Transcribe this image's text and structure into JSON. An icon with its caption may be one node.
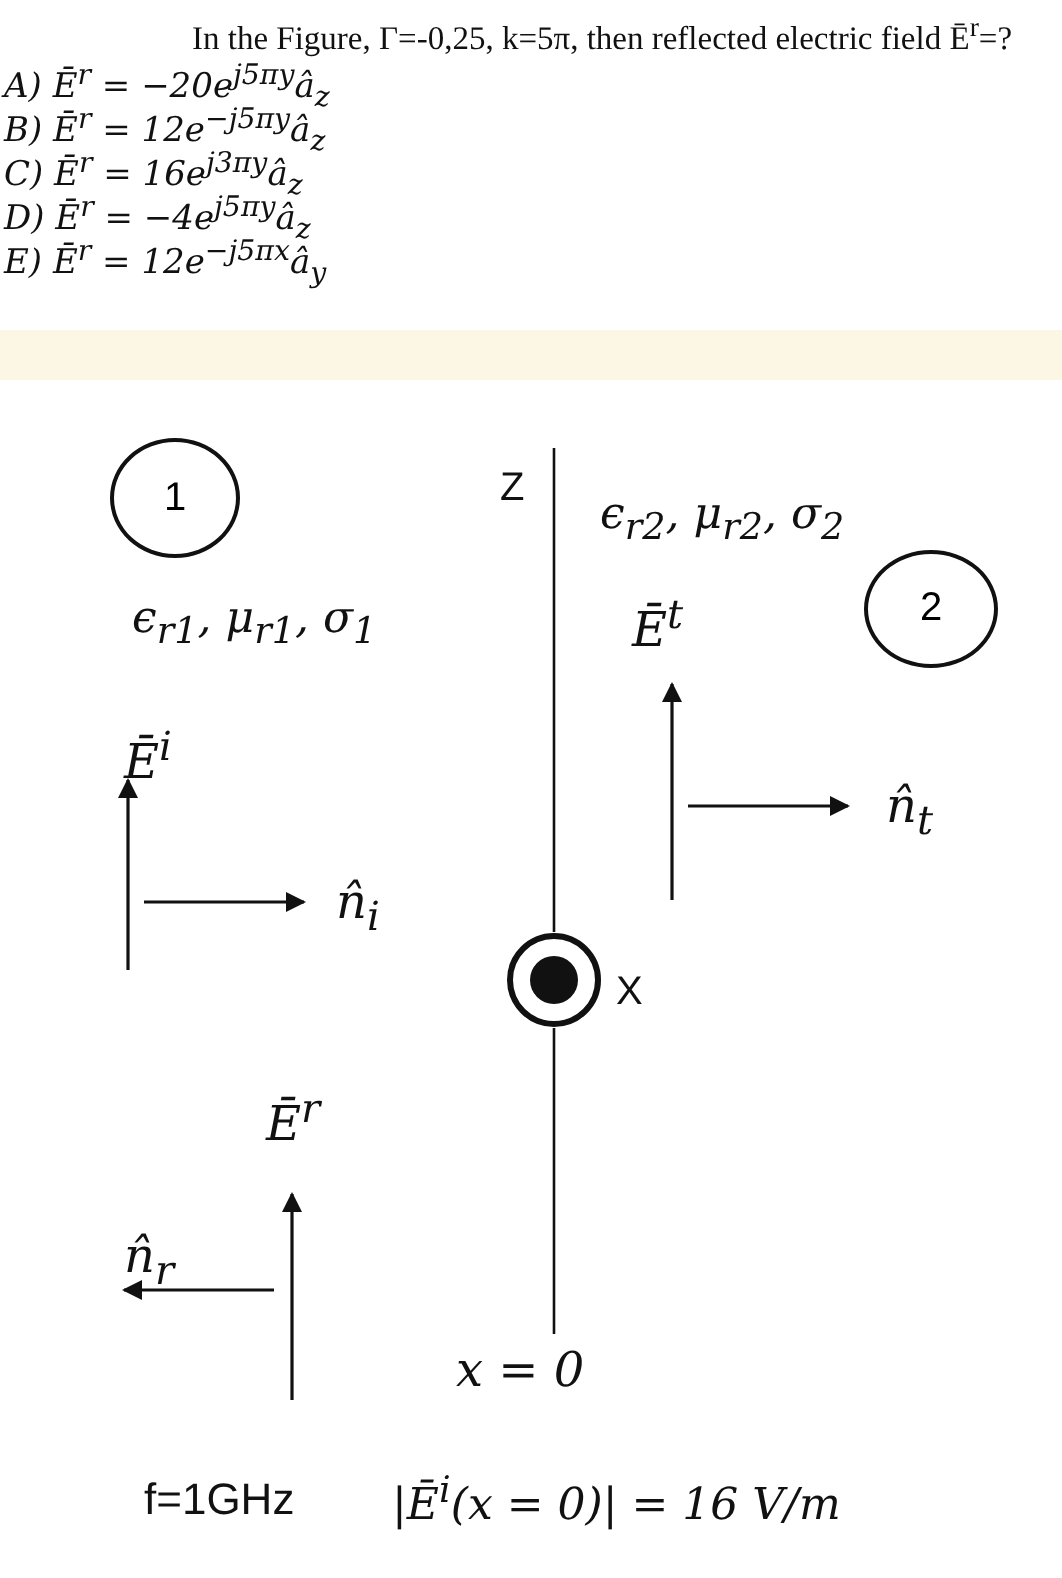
{
  "diagram": {
    "title": "In the Figure, Γ=-0,25, k=5π, then reflected electric field Ē$^{r}$=?",
    "nodes": [
      {
        "text": [],
        "shape": "bar"
      },
      {
        "text": [
          "1"
        ]
      },
      {
        "text": [
          "2"
        ]
      }
    ],
    "edges": [],
    "labels": [
      "A) Ē$^{r}$ = −20e$^{j5πy}$â$_{z}$",
      "B) Ē$^{r}$ = 12e$^{−j5πy}$â$_{z}$",
      "C) Ē$^{r}$ = 16e$^{j3πy}$â$_{z}$",
      "D) Ē$^{r}$ = −4e$^{j5πy}$â$_{z}$",
      "E) Ē$^{r}$ = 12e$^{−j5πx}$â$_{y}$",
      "Z",
      "ϵ$_{r2}$, μ$_{r2}$, σ$_{2}$",
      "ϵ$_{r1}$, μ$_{r1}$, σ$_{1}$",
      "Ē$^{t}$",
      "Ē$^{i}$",
      "n̂$_{t}$",
      "n̂$_{i}$",
      "X",
      "Ē$^{r}$",
      "n̂$_{r}$",
      "x = 0",
      "f=1GHz",
      "|Ē$^{i}$(x = 0)| = 16 V/m"
    ]
  }
}
